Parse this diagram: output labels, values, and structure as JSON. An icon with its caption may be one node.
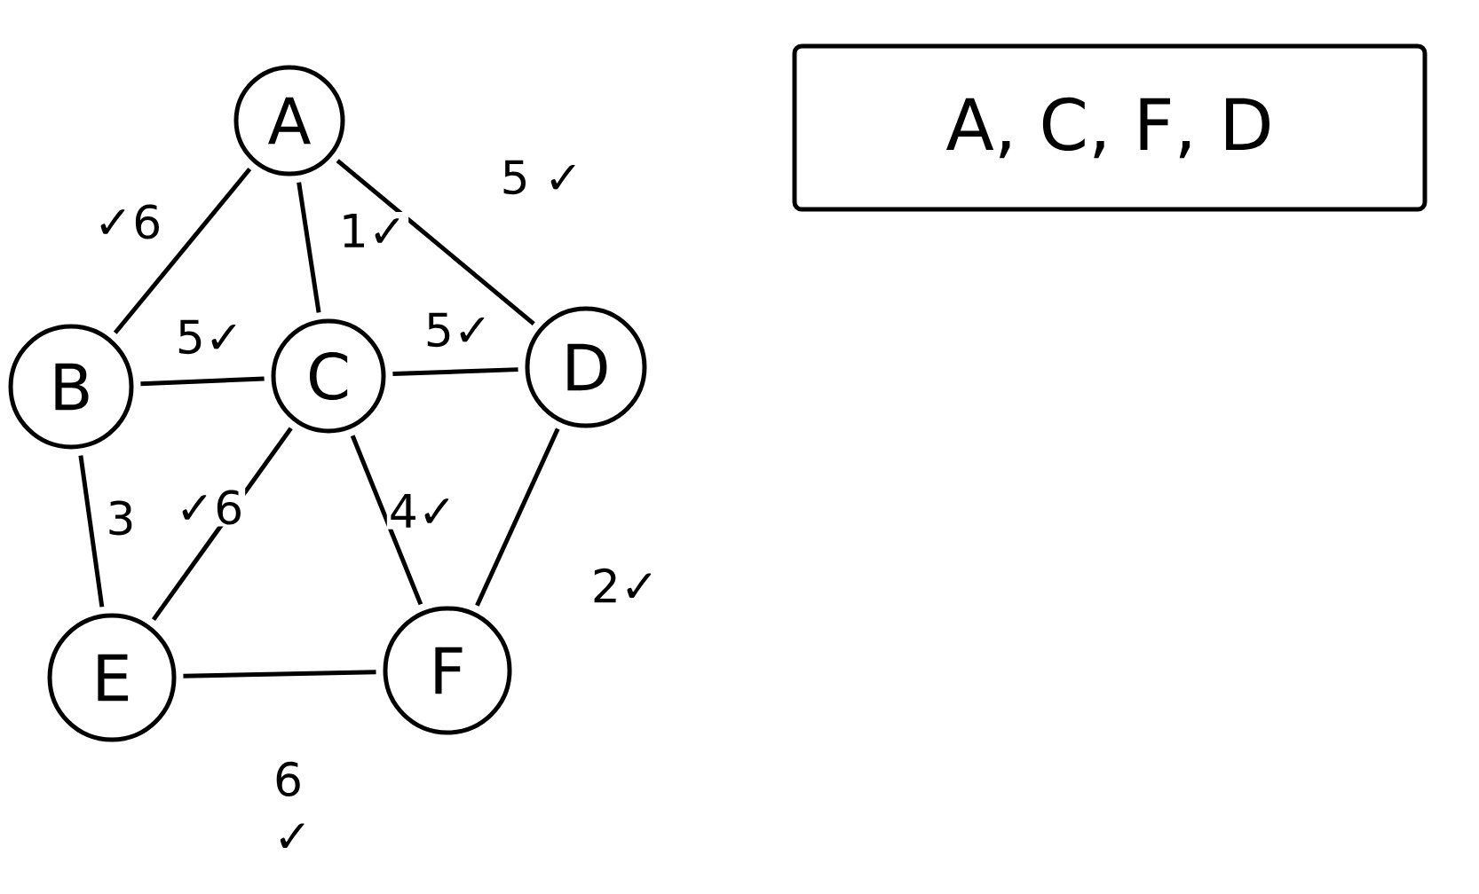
{
  "diagram": {
    "nodes": [
      {
        "text": [
          "A"
        ]
      },
      {
        "text": [
          "B"
        ]
      },
      {
        "text": [
          "C"
        ]
      },
      {
        "text": [
          "D"
        ]
      },
      {
        "text": [
          "E"
        ]
      },
      {
        "text": [
          "F"
        ]
      },
      {
        "text": [
          "A, C, F, D"
        ]
      }
    ],
    "edges": [
      {
        "from": 0,
        "to": 1,
        "arrow": "none",
        "label": "✓6"
      },
      {
        "from": 0,
        "to": 2,
        "arrow": "none",
        "label": "1✓"
      },
      {
        "from": 0,
        "to": 3,
        "arrow": "none",
        "label": "5 ✓"
      },
      {
        "from": 1,
        "to": 2,
        "arrow": "none",
        "label": "5✓"
      },
      {
        "from": 2,
        "to": 3,
        "arrow": "none",
        "label": "5✓"
      },
      {
        "from": 1,
        "to": 4,
        "arrow": "none",
        "label": "3"
      },
      {
        "from": 2,
        "to": 4,
        "arrow": "none",
        "label": "✓6"
      },
      {
        "from": 2,
        "to": 5,
        "arrow": "none",
        "label": "4✓"
      },
      {
        "from": 3,
        "to": 5,
        "arrow": "none",
        "label": "2✓"
      },
      {
        "from": 4,
        "to": 5,
        "arrow": "none",
        "label": "6 ✓"
      }
    ]
  }
}
